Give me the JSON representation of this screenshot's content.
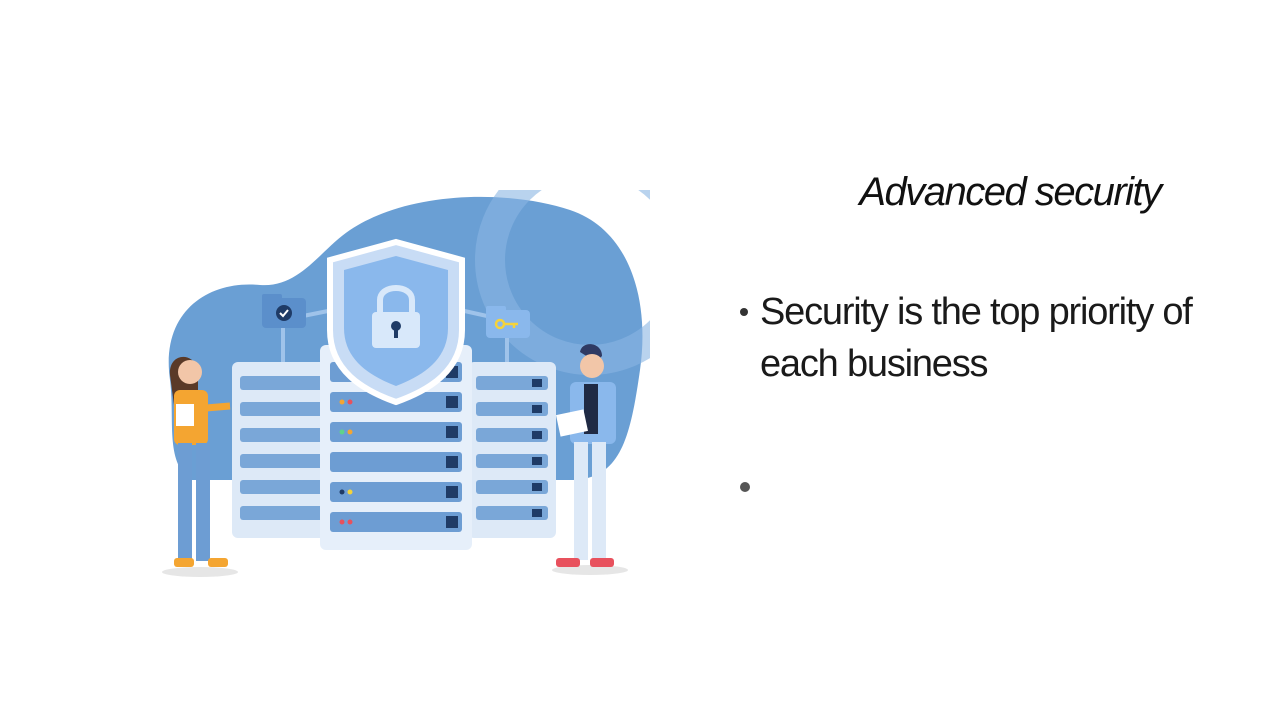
{
  "slide": {
    "title": "Advanced security",
    "bullets": [
      {
        "text": "Security is the top priority of each business"
      },
      {
        "text": ""
      }
    ]
  },
  "illustration": {
    "subject": "security illustration",
    "colors": {
      "blob": "#6a9fd4",
      "server": "#dde9f7",
      "shield": "#8ab8ec",
      "accent_orange": "#f4a531",
      "accent_red": "#e8515d"
    }
  }
}
